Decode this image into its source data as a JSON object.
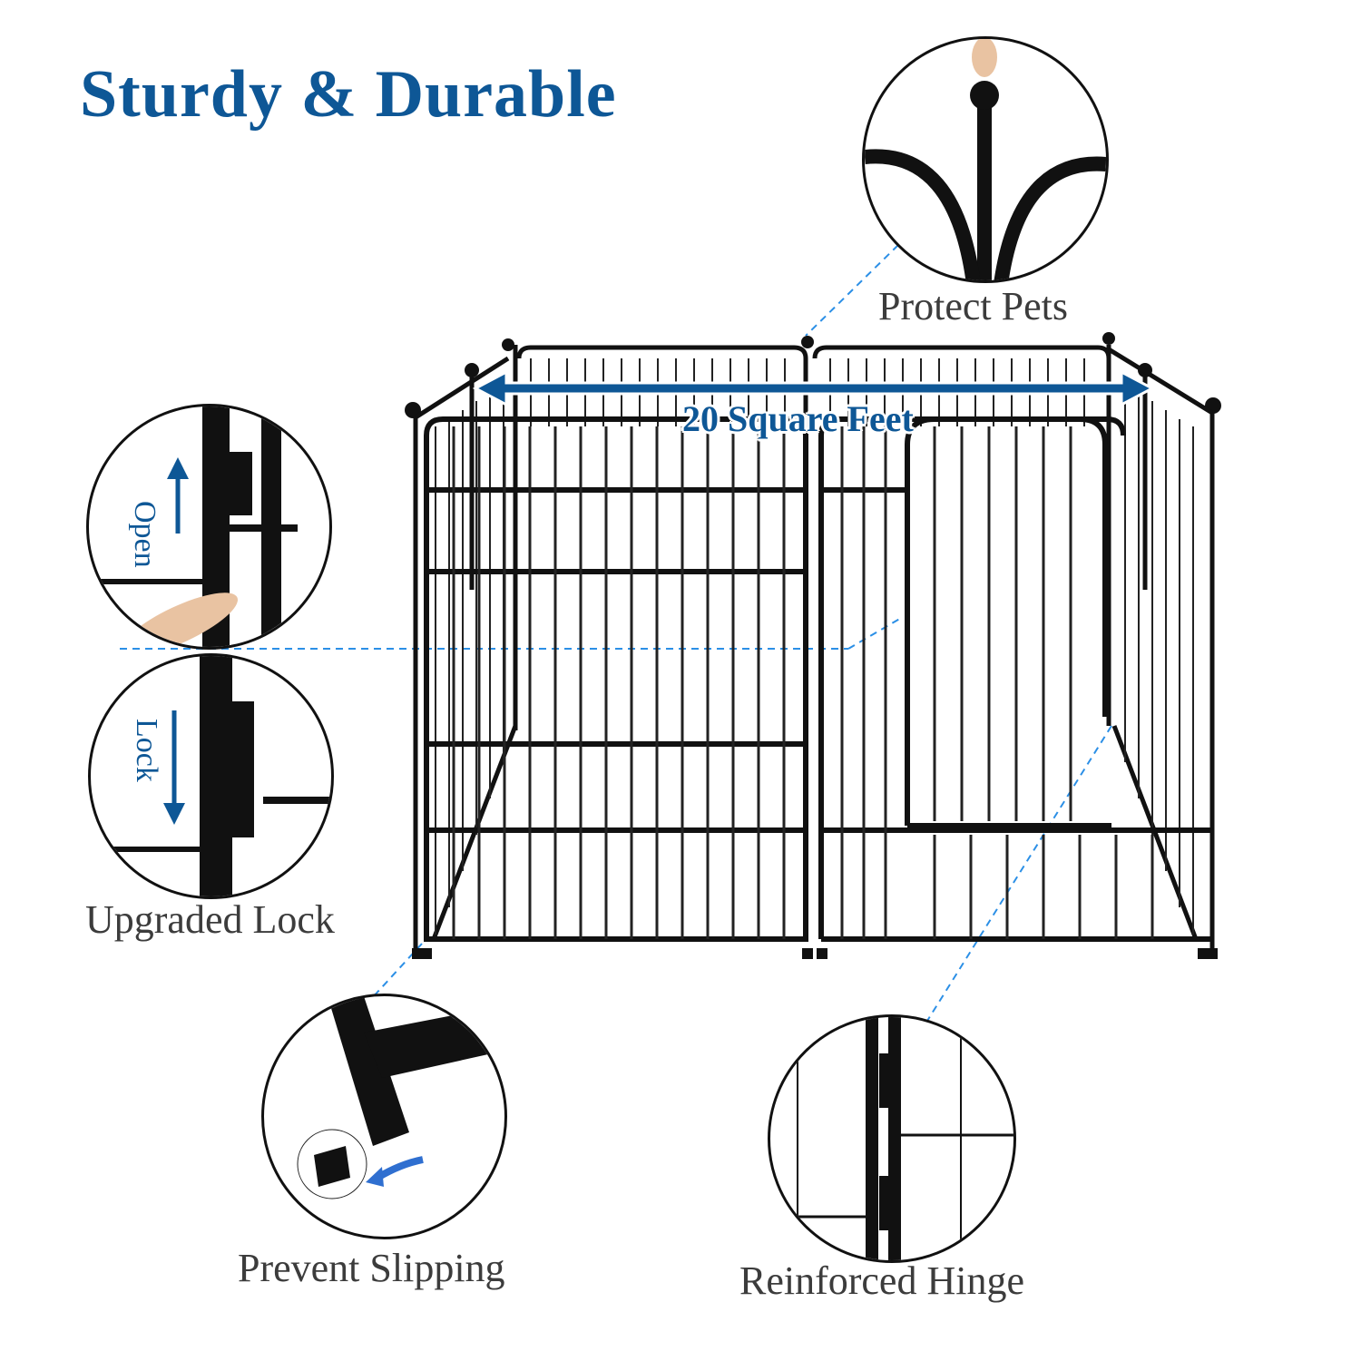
{
  "title": "Sturdy & Durable",
  "dimension": {
    "label": "20 Square Feet"
  },
  "callouts": {
    "protect_pets": {
      "label": "Protect Pets"
    },
    "upgraded_lock": {
      "label": "Upgraded Lock",
      "open_label": "Open",
      "lock_label": "Lock"
    },
    "prevent_slipping": {
      "label": "Prevent Slipping"
    },
    "reinforced_hinge": {
      "label": "Reinforced Hinge"
    }
  },
  "colors": {
    "accent": "#0e5796",
    "leader_line": "#2b8fe6",
    "text": "#3c3c3c",
    "frame": "#111111"
  }
}
